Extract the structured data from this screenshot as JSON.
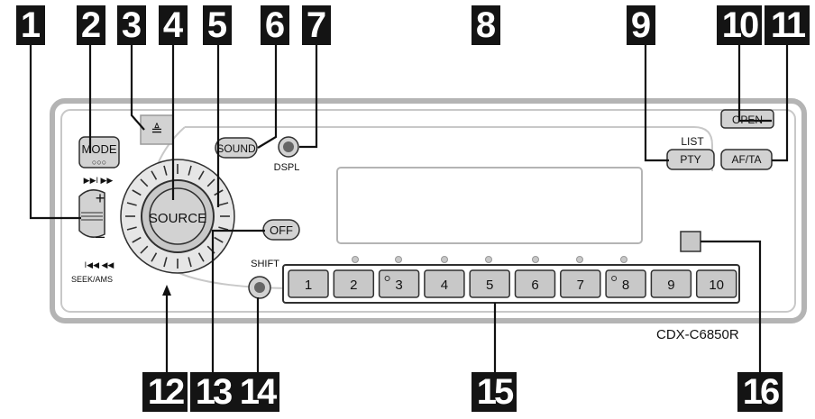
{
  "callouts": [
    "1",
    "2",
    "3",
    "4",
    "5",
    "6",
    "7",
    "8",
    "9",
    "10",
    "11",
    "12",
    "13",
    "14",
    "15",
    "16"
  ],
  "unit": {
    "mode_label": "MODE",
    "mode_dots": "○○○",
    "eject_symbol": "≜",
    "sound_label": "SOUND",
    "dspl_label": "DSPL",
    "open_label": "OPEN",
    "list_label": "LIST",
    "pty_label": "PTY",
    "afta_label": "AF/TA",
    "source_label": "SOURCE",
    "off_label": "OFF",
    "shift_label": "SHIFT",
    "seek_ams_label": "SEEK/AMS",
    "forward_symbols": "▶▶I ▶▶",
    "backward_symbols": "I◀◀ ◀◀",
    "plus_symbol": "+",
    "minus_symbol": "–",
    "preset_buttons": [
      "1",
      "2",
      "3",
      "4",
      "5",
      "6",
      "7",
      "8",
      "9",
      "10"
    ],
    "model_name": "CDX-C6850R"
  },
  "colors": {
    "callout_bg": "#141414",
    "panel_fill": "#ffffff",
    "panel_border": "#b4b4b4",
    "button_fill": "#c8c8c8",
    "dark_outline": "#303030"
  }
}
